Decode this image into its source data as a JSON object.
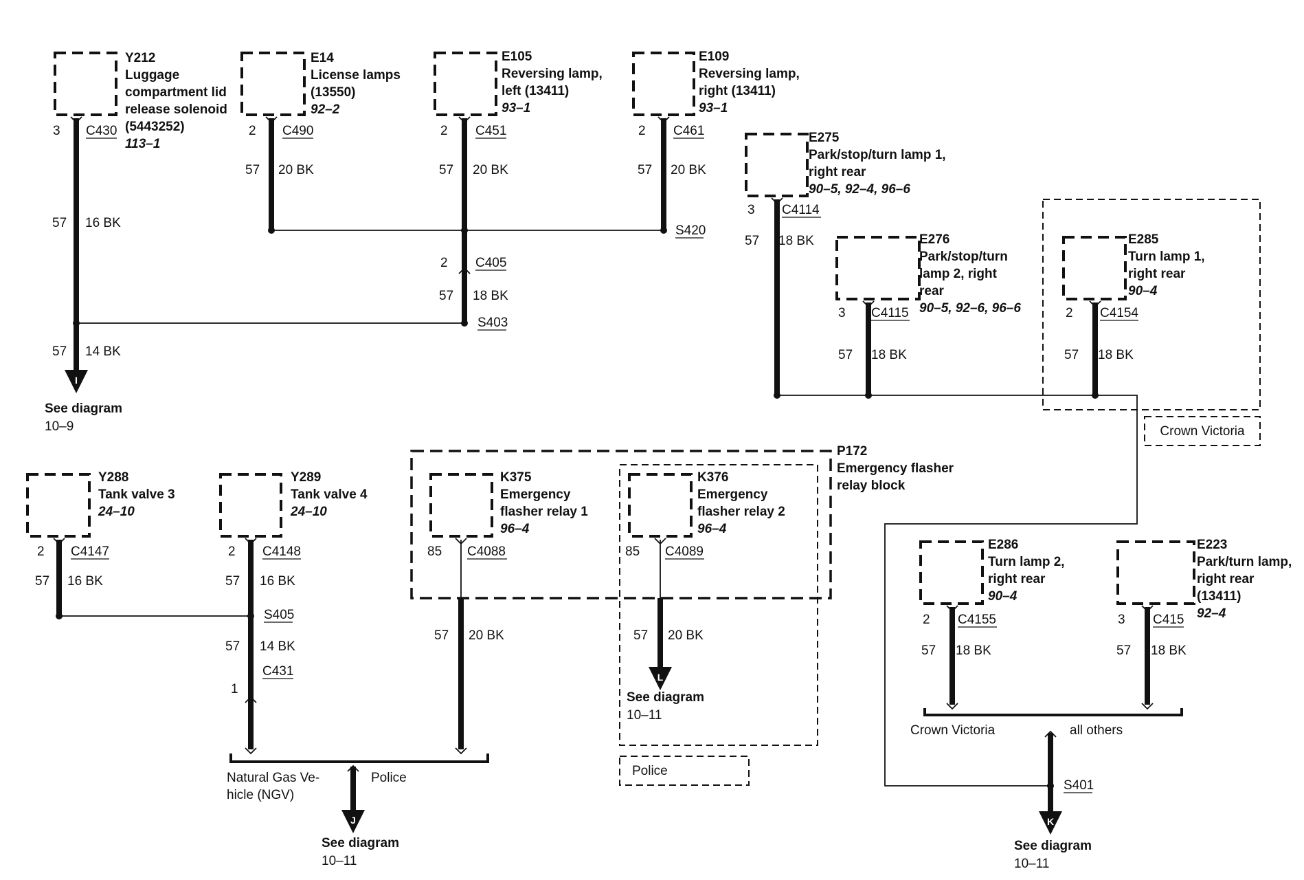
{
  "components": [
    {
      "id": "Y212",
      "name_lines": [
        "Luggage",
        "compartment lid",
        "release solenoid",
        "(5443252)"
      ],
      "ref": "113–1"
    },
    {
      "id": "E14",
      "name_lines": [
        "License lamps",
        "(13550)"
      ],
      "ref": "92–2"
    },
    {
      "id": "E105",
      "name_lines": [
        "Reversing lamp,",
        "left (13411)"
      ],
      "ref": "93–1"
    },
    {
      "id": "E109",
      "name_lines": [
        "Reversing lamp,",
        "right (13411)"
      ],
      "ref": "93–1"
    },
    {
      "id": "E275",
      "name_lines": [
        "Park/stop/turn lamp 1,",
        "right rear"
      ],
      "ref": "90–5, 92–4, 96–6"
    },
    {
      "id": "E276",
      "name_lines": [
        "Park/stop/turn",
        "lamp 2, right",
        "rear"
      ],
      "ref": "90–5, 92–6, 96–6"
    },
    {
      "id": "E285",
      "name_lines": [
        "Turn lamp 1,",
        "right rear"
      ],
      "ref": "90–4"
    },
    {
      "id": "Y288",
      "name_lines": [
        "Tank valve 3"
      ],
      "ref": "24–10"
    },
    {
      "id": "Y289",
      "name_lines": [
        "Tank valve 4"
      ],
      "ref": "24–10"
    },
    {
      "id": "K375",
      "name_lines": [
        "Emergency",
        "flasher relay 1"
      ],
      "ref": "96–4"
    },
    {
      "id": "K376",
      "name_lines": [
        "Emergency",
        "flasher relay 2"
      ],
      "ref": "96–4"
    },
    {
      "id": "E286",
      "name_lines": [
        "Turn lamp 2,",
        "right rear"
      ],
      "ref": "90–4"
    },
    {
      "id": "E223",
      "name_lines": [
        "Park/turn lamp,",
        "right rear",
        "(13411)"
      ],
      "ref": "92–4"
    }
  ],
  "relay_block": {
    "id": "P172",
    "name_lines": [
      "Emergency flasher",
      "relay block"
    ]
  },
  "labels": [
    {
      "key": "pin-c430",
      "text": "3"
    },
    {
      "key": "conn-c430",
      "text": "C430"
    },
    {
      "key": "circ-y212",
      "text": "57"
    },
    {
      "key": "wire-y212",
      "text": "16 BK"
    },
    {
      "key": "pin-c490",
      "text": "2"
    },
    {
      "key": "conn-c490",
      "text": "C490"
    },
    {
      "key": "circ-e14",
      "text": "57"
    },
    {
      "key": "wire-e14",
      "text": "20 BK"
    },
    {
      "key": "pin-c451",
      "text": "2"
    },
    {
      "key": "conn-c451",
      "text": "C451"
    },
    {
      "key": "circ-e105",
      "text": "57"
    },
    {
      "key": "wire-e105",
      "text": "20 BK"
    },
    {
      "key": "pin-c461",
      "text": "2"
    },
    {
      "key": "conn-c461",
      "text": "C461"
    },
    {
      "key": "circ-e109",
      "text": "57"
    },
    {
      "key": "wire-e109",
      "text": "20 BK"
    },
    {
      "key": "splice-s420",
      "text": "S420"
    },
    {
      "key": "pin-c405",
      "text": "2"
    },
    {
      "key": "conn-c405",
      "text": "C405"
    },
    {
      "key": "circ-c405",
      "text": "57"
    },
    {
      "key": "wire-c405",
      "text": "18 BK"
    },
    {
      "key": "splice-s403",
      "text": "S403"
    },
    {
      "key": "circ-main",
      "text": "57"
    },
    {
      "key": "wire-main",
      "text": "14 BK"
    },
    {
      "key": "pin-c4114",
      "text": "3"
    },
    {
      "key": "conn-c4114",
      "text": "C4114"
    },
    {
      "key": "circ-e275",
      "text": "57"
    },
    {
      "key": "wire-e275",
      "text": "18 BK"
    },
    {
      "key": "pin-c4115",
      "text": "3"
    },
    {
      "key": "conn-c4115",
      "text": "C4115"
    },
    {
      "key": "circ-e276",
      "text": "57"
    },
    {
      "key": "wire-e276",
      "text": "18 BK"
    },
    {
      "key": "pin-c4154",
      "text": "2"
    },
    {
      "key": "conn-c4154",
      "text": "C4154"
    },
    {
      "key": "circ-e285",
      "text": "57"
    },
    {
      "key": "wire-e285",
      "text": "18 BK"
    },
    {
      "key": "pin-c4147",
      "text": "2"
    },
    {
      "key": "conn-c4147",
      "text": "C4147"
    },
    {
      "key": "circ-y288",
      "text": "57"
    },
    {
      "key": "wire-y288",
      "text": "16 BK"
    },
    {
      "key": "pin-c4148",
      "text": "2"
    },
    {
      "key": "conn-c4148",
      "text": "C4148"
    },
    {
      "key": "circ-y289",
      "text": "57"
    },
    {
      "key": "wire-y289",
      "text": "16 BK"
    },
    {
      "key": "splice-s405",
      "text": "S405"
    },
    {
      "key": "circ-s405",
      "text": "57"
    },
    {
      "key": "wire-s405",
      "text": "14 BK"
    },
    {
      "key": "conn-c431",
      "text": "C431"
    },
    {
      "key": "pin-c431",
      "text": "1"
    },
    {
      "key": "pin-c4088",
      "text": "85"
    },
    {
      "key": "conn-c4088",
      "text": "C4088"
    },
    {
      "key": "pin-c4089",
      "text": "85"
    },
    {
      "key": "conn-c4089",
      "text": "C4089"
    },
    {
      "key": "circ-k375",
      "text": "57"
    },
    {
      "key": "wire-k375",
      "text": "20 BK"
    },
    {
      "key": "circ-k376",
      "text": "57"
    },
    {
      "key": "wire-k376",
      "text": "20 BK"
    },
    {
      "key": "pin-c4155",
      "text": "2"
    },
    {
      "key": "conn-c4155",
      "text": "C4155"
    },
    {
      "key": "circ-e286",
      "text": "57"
    },
    {
      "key": "wire-e286",
      "text": "18 BK"
    },
    {
      "key": "pin-c415",
      "text": "3"
    },
    {
      "key": "conn-c415",
      "text": "C415"
    },
    {
      "key": "circ-e223",
      "text": "57"
    },
    {
      "key": "wire-e223",
      "text": "18 BK"
    },
    {
      "key": "splice-s401",
      "text": "S401"
    }
  ],
  "option_labels": {
    "crown_victoria_box": "Crown Victoria",
    "police_box": "Police",
    "ngv": [
      "Natural Gas Ve-",
      "hicle (NGV)"
    ],
    "police": "Police",
    "crown_victoria": "Crown Victoria",
    "all_others": "all others"
  },
  "references": [
    {
      "letter": "I",
      "title": "See diagram",
      "ref": "10–9"
    },
    {
      "letter": "J",
      "title": "See diagram",
      "ref": "10–11"
    },
    {
      "letter": "L",
      "title": "See diagram",
      "ref": "10–11"
    },
    {
      "letter": "K",
      "title": "See diagram",
      "ref": "10–11"
    }
  ]
}
